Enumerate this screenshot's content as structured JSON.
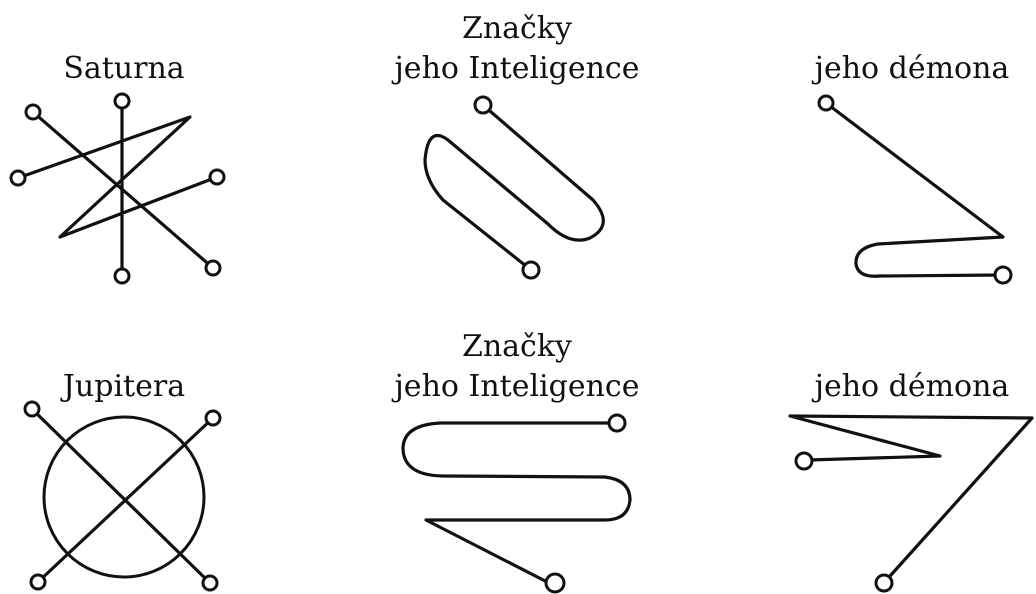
{
  "row1": {
    "caption_left": "Saturna",
    "caption_center_line1": "Značky",
    "caption_center_line2": "jeho Inteligence",
    "caption_right": "jeho démona"
  },
  "row2": {
    "caption_left": "Jupitera",
    "caption_center_line1": "Značky",
    "caption_center_line2": "jeho Inteligence",
    "caption_right": "jeho démona"
  },
  "colors": {
    "ink": "#111111",
    "background": "#ffffff"
  }
}
